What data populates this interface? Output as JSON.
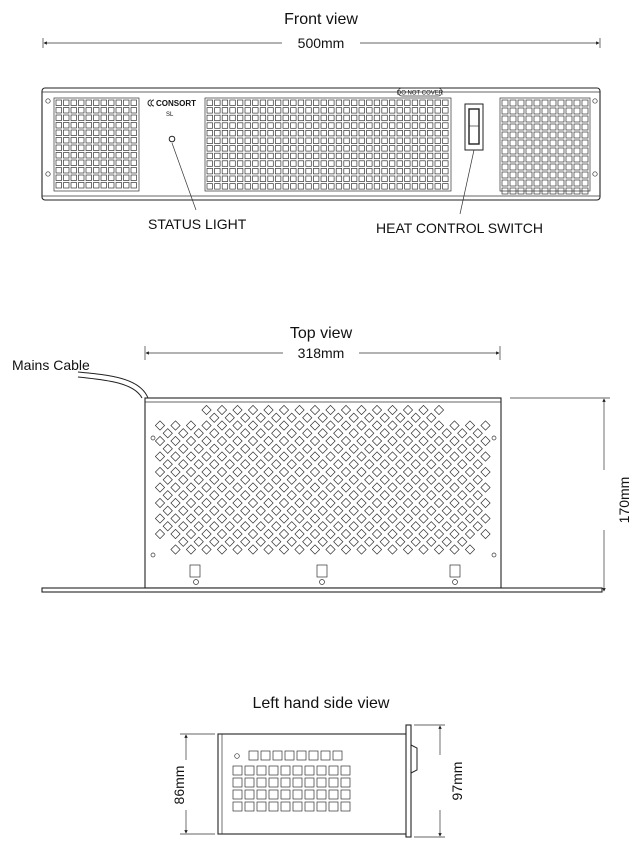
{
  "front": {
    "title": "Front view",
    "width_label": "500mm",
    "brand": "CONSORT",
    "model": "SL",
    "warning": "DO NOT COVER",
    "status_label": "STATUS LIGHT",
    "switch_label": "HEAT CONTROL SWITCH"
  },
  "top": {
    "title": "Top view",
    "width_label": "318mm",
    "depth_label": "170mm",
    "cable_label": "Mains Cable"
  },
  "side": {
    "title": "Left hand side view",
    "height_left_label": "86mm",
    "height_right_label": "97mm"
  }
}
